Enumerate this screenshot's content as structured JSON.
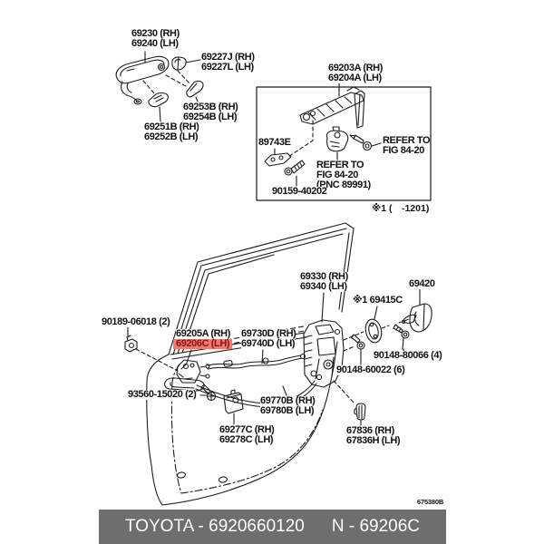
{
  "colors": {
    "highlight_bg": "#f2776d",
    "highlight_fg": "#801812",
    "footer_bg": "#6e6e6e",
    "footer_fg": "#ffffff",
    "line": "#1c1c1c"
  },
  "labels": {
    "p69230": {
      "l1": "69230 (RH)",
      "l2": "69240 (LH)"
    },
    "p69227": {
      "l1": "69227J (RH)",
      "l2": "69227L (LH)"
    },
    "p69253": {
      "l1": "69253B (RH)",
      "l2": "69254B (LH)"
    },
    "p69251": {
      "l1": "69251B (RH)",
      "l2": "69252B (LH)"
    },
    "p89743": {
      "l1": "89743E"
    },
    "p69203": {
      "l1": "69203A (RH)",
      "l2": "69204A (LH)"
    },
    "refer_right": {
      "l1": "REFER TO",
      "l2": "FIG 84-20"
    },
    "refer_center": {
      "l1": "REFER TO",
      "l2": "FIG 84-20",
      "l3": "(PNC 89991)"
    },
    "p90159": {
      "l1": "90159-40202"
    },
    "p90189": {
      "l1": "90189-06018 (2)"
    },
    "p69205": {
      "l1": "69205A (RH)",
      "l2": "69206C (LH)"
    },
    "p69730": {
      "l1": "69730D (RH)",
      "l2": "69740D (LH)"
    },
    "p69330": {
      "l1": "69330 (RH)",
      "l2": "69340 (LH)"
    },
    "p69415": {
      "l1": "※1 69415C"
    },
    "p69420": {
      "l1": "69420"
    },
    "p90148_80066": {
      "l1": "90148-80066 (4)"
    },
    "p90148_60022": {
      "l1": "90148-60022 (6)"
    },
    "p93560": {
      "l1": "93560-15020 (2)"
    },
    "p69770": {
      "l1": "69770B (RH)",
      "l2": "69780B (LH)"
    },
    "p69277": {
      "l1": "69277C (RH)",
      "l2": "69278C (LH)"
    },
    "p67836": {
      "l1": "67836 (RH)",
      "l2": "67836H (LH)"
    }
  },
  "note_under_box": "※1 (　-1201)",
  "figure_code": "675380B",
  "footer": {
    "left": "TOYOTA - 6920660120",
    "right": "N - 69206C"
  }
}
